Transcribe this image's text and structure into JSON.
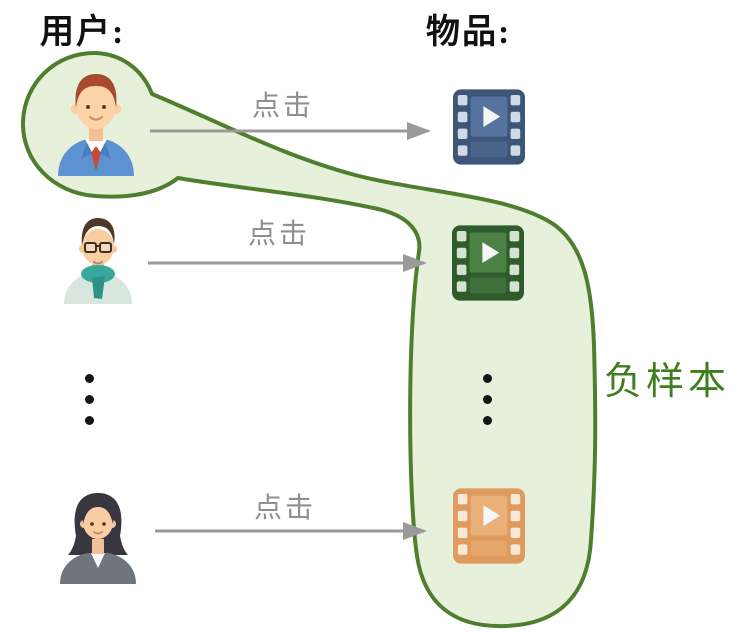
{
  "diagram": {
    "users_title": "用户:",
    "items_title": "物品:",
    "negative_samples_label": "负样本",
    "edges": [
      {
        "label": "点击"
      },
      {
        "label": "点击"
      },
      {
        "label": "点击"
      }
    ],
    "icons": {
      "users": [
        "male-avatar-suit-tie",
        "male-avatar-glasses-scarf",
        "female-avatar"
      ],
      "items": [
        "video-file-blue",
        "video-file-green",
        "video-file-orange"
      ],
      "separators": [
        "vertical-ellipsis-users",
        "vertical-ellipsis-items"
      ]
    },
    "colors": {
      "blob_fill": "#e6f0da",
      "blob_stroke": "#4e7e2e",
      "arrow": "#9a9a9a",
      "click_label": "#8f8f8f",
      "negative_label": "#3f7d1f",
      "item_blue": "#3d5677",
      "item_green": "#2f5b2d",
      "item_orange": "#df9a5e"
    }
  }
}
